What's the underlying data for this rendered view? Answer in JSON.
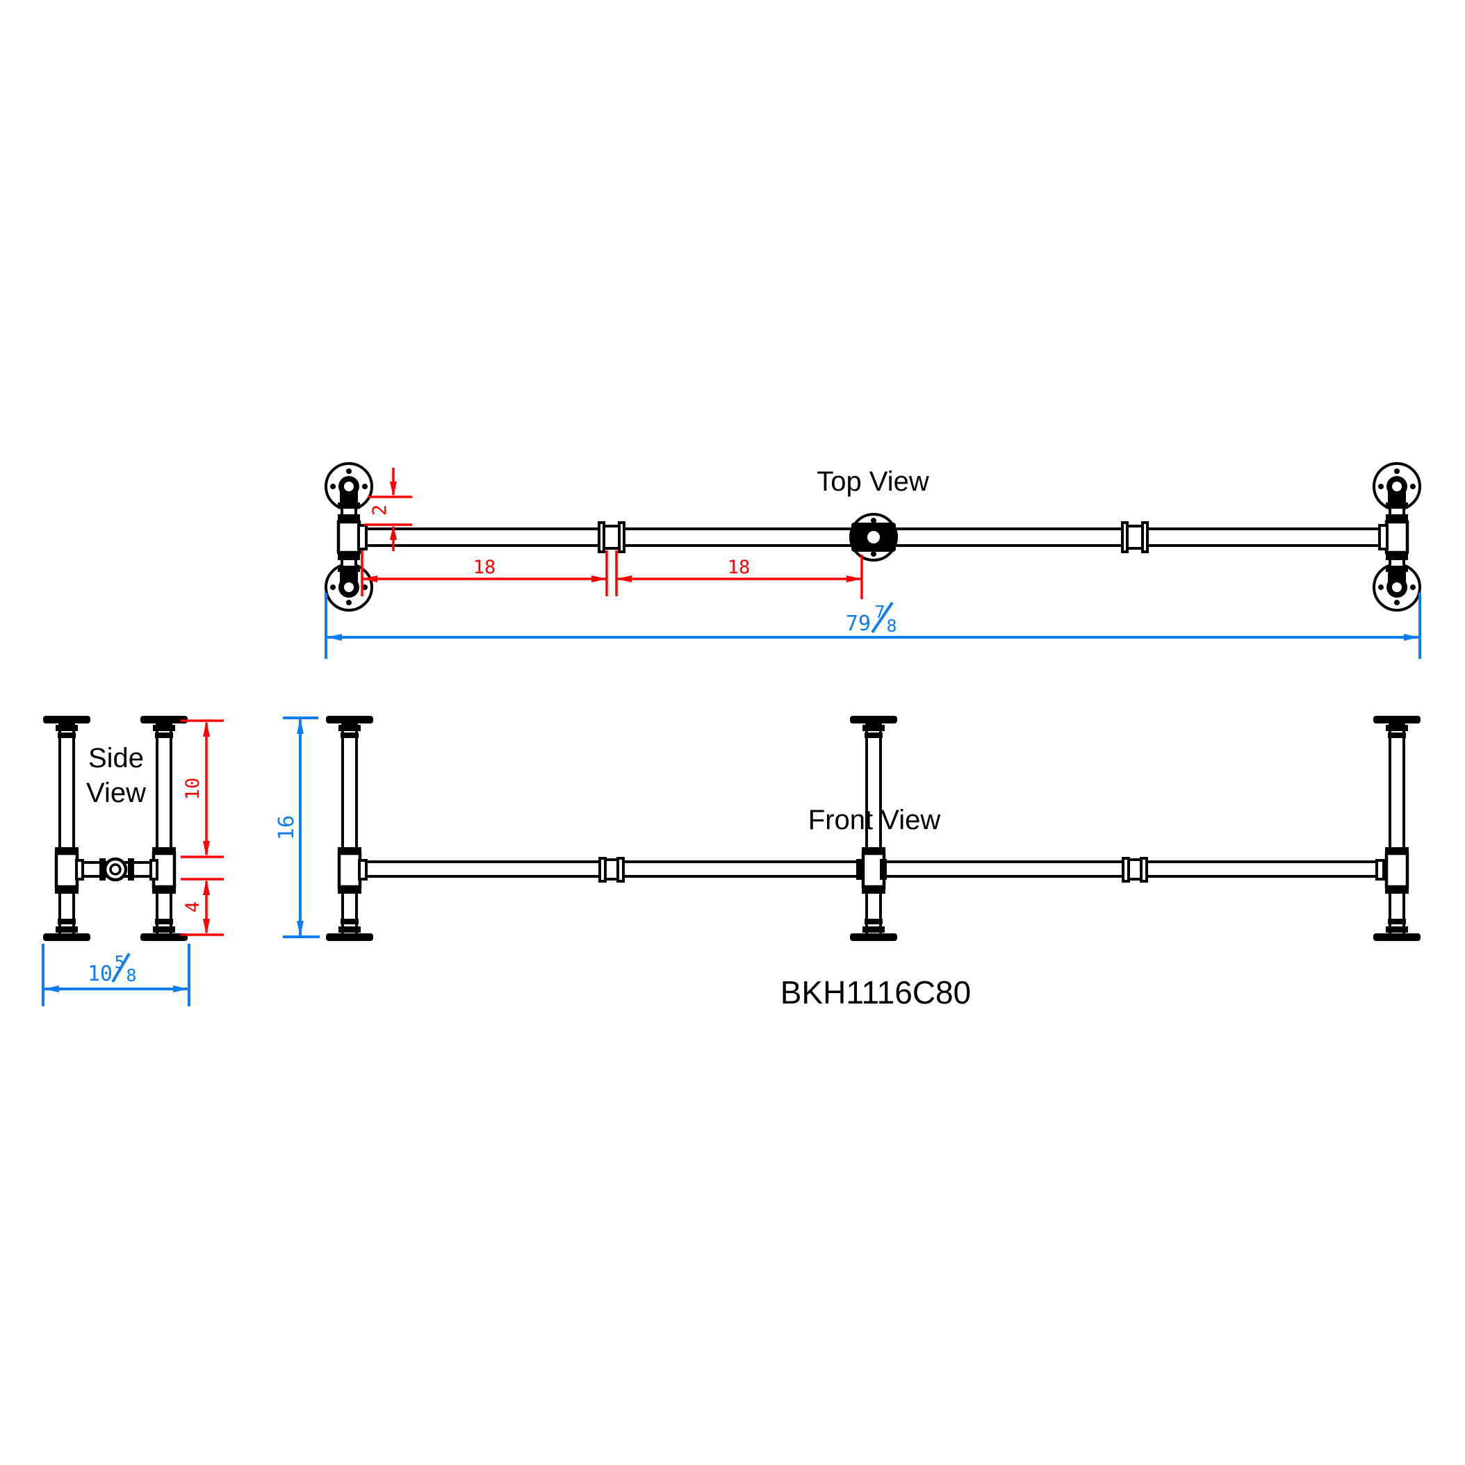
{
  "drawing": {
    "part_number": "BKH1116C80",
    "views": {
      "top": {
        "label": "Top View"
      },
      "side": {
        "label_line1": "Side",
        "label_line2": "View"
      },
      "front": {
        "label": "Front View"
      }
    },
    "dimensions": {
      "flange_offset": "2",
      "left_span": "18",
      "right_span": "18",
      "overall_length": {
        "whole": "79",
        "numerator": "7",
        "denominator": "8"
      },
      "height": "16",
      "upper_leg": "10",
      "lower_leg": "4",
      "depth": {
        "whole": "10",
        "numerator": "5",
        "denominator": "8"
      }
    },
    "colors": {
      "line": "#000000",
      "dimension_red": "#ff0000",
      "dimension_blue": "#0c7ef2"
    }
  }
}
